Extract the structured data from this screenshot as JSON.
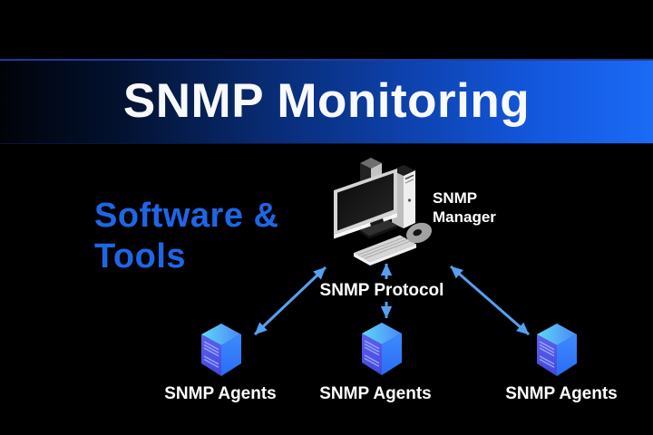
{
  "banner": {
    "title": "SNMP Monitoring"
  },
  "left_heading": {
    "line1": "Software &",
    "line2": "Tools"
  },
  "manager": {
    "icon": "desktop-computer-icon",
    "label_lines": [
      "SNMP",
      "Manager"
    ]
  },
  "protocol": {
    "label": "SNMP Protocol"
  },
  "agents": [
    {
      "icon": "server-icon",
      "label": "SNMP Agents"
    },
    {
      "icon": "server-icon",
      "label": "SNMP Agents"
    },
    {
      "icon": "server-icon",
      "label": "SNMP Agents"
    }
  ],
  "colors": {
    "background": "#000000",
    "banner_gradient_start": "#010309",
    "banner_gradient_end": "#1b6bf5",
    "banner_top_line": "#1c3f9f",
    "heading_blue": "#1e66e6",
    "arrow_blue": "#55a0f2",
    "server_top_face": "#5fd8f6",
    "server_left_face": "#5d60f2",
    "server_right_face": "#2f7bfc",
    "label_white": "#ffffff"
  }
}
